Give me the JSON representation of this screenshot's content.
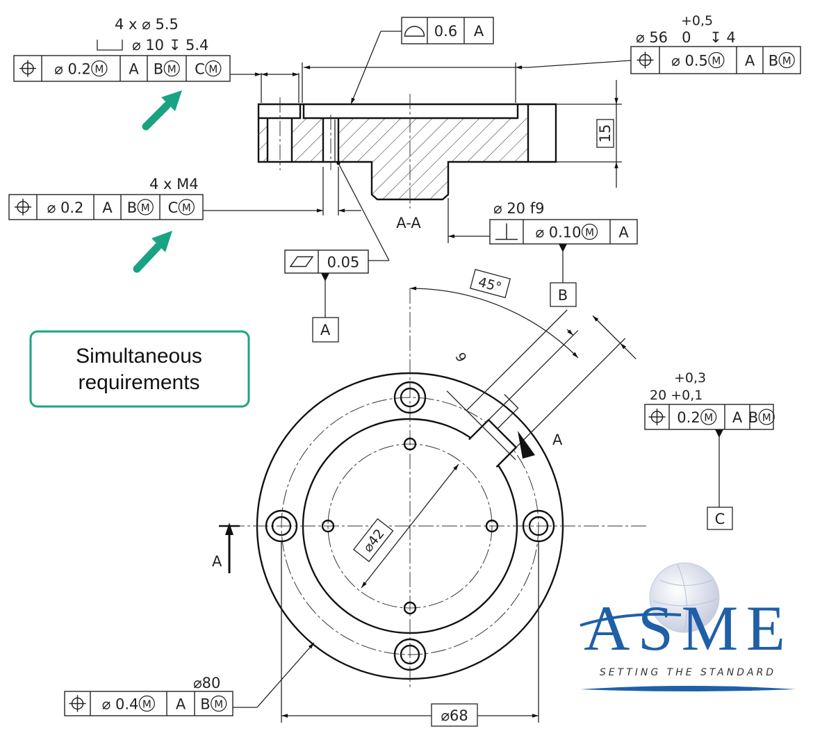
{
  "colors": {
    "callout_green": "#1aa382",
    "asme_blue": "#1f5fa8",
    "line": "#222222"
  },
  "callout": {
    "line1": "Simultaneous",
    "line2": "requirements"
  },
  "section_label": "A-A",
  "section_arrow_label": "A",
  "slot_arrow_label": "A",
  "dims": {
    "height": "15",
    "angle": "45°",
    "slot_width": "9",
    "hub_dia": "⌀42",
    "bolt_dia": "⌀68",
    "flange_dia": "⌀80",
    "pilot_dia": "⌀ 20 f9",
    "counterbore_holes": "4 x ⌀ 5.5",
    "counterbore_spec": "⌀ 10 ↧ 5.4",
    "thread_holes": "4 x M4",
    "pocket_tol_upper": "+0,5",
    "pocket_spec": "⌀ 56   0    ↧ 4",
    "slot_tol_upper": "+0,3",
    "slot_spec": "20 +0,1"
  },
  "datums": {
    "a": "A",
    "b": "B",
    "c": "C"
  },
  "fcf": {
    "cb_holes": {
      "symbol": "position",
      "cells": [
        {
          "text": "⌀ 0.2",
          "mod": "M"
        },
        {
          "text": "A"
        },
        {
          "text": "B",
          "mod": "M"
        },
        {
          "text": "C",
          "mod": "M"
        }
      ]
    },
    "m4_holes": {
      "symbol": "position",
      "cells": [
        {
          "text": "⌀  0.2"
        },
        {
          "text": "A"
        },
        {
          "text": "B",
          "mod": "M"
        },
        {
          "text": "C",
          "mod": "M"
        }
      ]
    },
    "profile": {
      "symbol": "profile-surface",
      "cells": [
        {
          "text": "0.6"
        },
        {
          "text": "A"
        }
      ]
    },
    "pocket": {
      "symbol": "position",
      "cells": [
        {
          "text": "⌀ 0.5",
          "mod": "M"
        },
        {
          "text": "A"
        },
        {
          "text": "B",
          "mod": "M"
        }
      ]
    },
    "perp": {
      "symbol": "perpendicularity",
      "cells": [
        {
          "text": "⌀ 0.10",
          "mod": "M"
        },
        {
          "text": "A"
        }
      ]
    },
    "flatness": {
      "symbol": "flatness",
      "cells": [
        {
          "text": "0.05"
        }
      ]
    },
    "slot": {
      "symbol": "position",
      "cells": [
        {
          "text": "0.2",
          "mod": "M"
        },
        {
          "text": "A"
        },
        {
          "text": "B",
          "mod": "M"
        }
      ]
    },
    "flange": {
      "symbol": "position",
      "cells": [
        {
          "text": "⌀ 0.4",
          "mod": "M"
        },
        {
          "text": "A"
        },
        {
          "text": "B",
          "mod": "M"
        }
      ]
    }
  },
  "logo": {
    "name": "ASME",
    "tagline": "SETTING THE STANDARD"
  }
}
